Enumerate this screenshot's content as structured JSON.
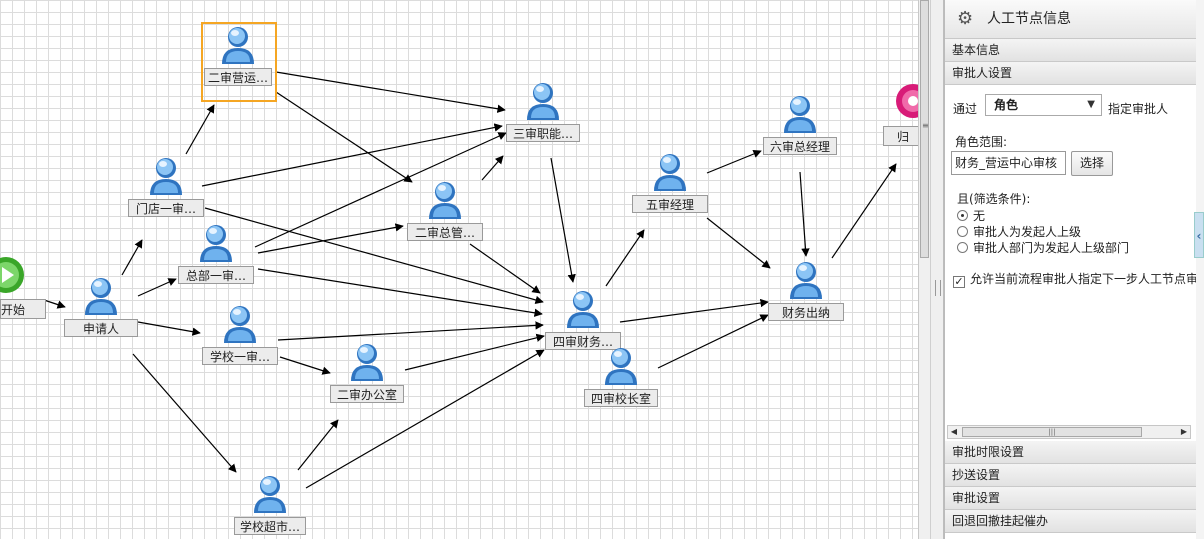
{
  "canvas": {
    "nodes": [
      {
        "id": "start",
        "label": "开始",
        "kind": "start"
      },
      {
        "id": "applicant",
        "label": "申请人",
        "kind": "user"
      },
      {
        "id": "store_review",
        "label": "门店一审…",
        "kind": "user"
      },
      {
        "id": "hq_review",
        "label": "总部一审…",
        "kind": "user"
      },
      {
        "id": "school_review",
        "label": "学校一审…",
        "kind": "user"
      },
      {
        "id": "school_market",
        "label": "学校超市…",
        "kind": "user"
      },
      {
        "id": "ops_review2",
        "label": "二审营运…",
        "kind": "user",
        "selected": true
      },
      {
        "id": "gm_review2",
        "label": "二审总管…",
        "kind": "user"
      },
      {
        "id": "office_review2",
        "label": "二审办公室",
        "kind": "user"
      },
      {
        "id": "func_review3",
        "label": "三审职能…",
        "kind": "user"
      },
      {
        "id": "finance_review4",
        "label": "四审财务…",
        "kind": "user"
      },
      {
        "id": "principal_review4",
        "label": "四审校长室",
        "kind": "user"
      },
      {
        "id": "manager_review5",
        "label": "五审经理",
        "kind": "user"
      },
      {
        "id": "gm_review6",
        "label": "六审总经理",
        "kind": "user"
      },
      {
        "id": "cashier",
        "label": "财务出纳",
        "kind": "user"
      },
      {
        "id": "archive",
        "label": "归",
        "kind": "end"
      }
    ]
  },
  "panel": {
    "title": "人工节点信息",
    "title_icon": "gear-icon",
    "sections_top": [
      "基本信息",
      "审批人设置"
    ],
    "approver": {
      "via_label": "通过",
      "via_value": "角色",
      "assign_label": "指定审批人",
      "scope_label": "角色范围:",
      "scope_value": "财务_营运中心审核",
      "choose_button": "选择",
      "filter_label": "且(筛选条件):",
      "filters": [
        {
          "label": "无",
          "checked": true
        },
        {
          "label": "审批人为发起人上级",
          "checked": false
        },
        {
          "label": "审批人部门为发起人上级部门",
          "checked": false
        }
      ],
      "allow_label": "允许当前流程审批人指定下一步人工节点审",
      "allow_checked": true
    },
    "sections_bottom": [
      "审批时限设置",
      "抄送设置",
      "审批设置",
      "回退回撤挂起催办"
    ]
  }
}
